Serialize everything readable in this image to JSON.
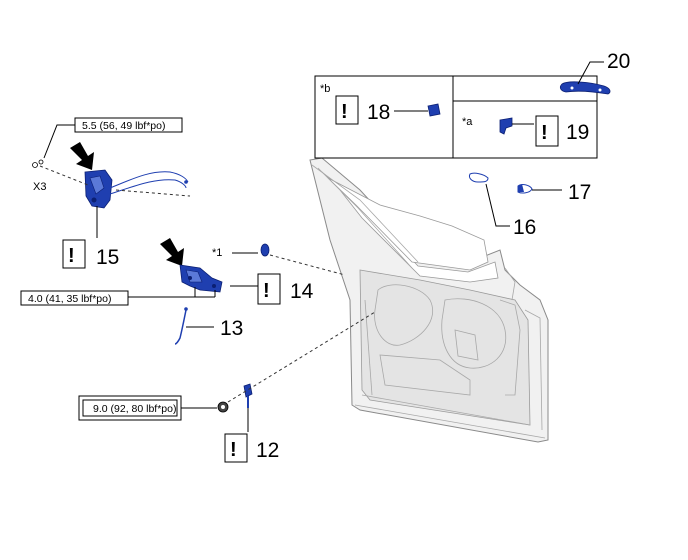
{
  "parts": {
    "p12": "12",
    "p13": "13",
    "p14": "14",
    "p15": "15",
    "p16": "16",
    "p17": "17",
    "p18": "18",
    "p19": "19",
    "p20": "20"
  },
  "notes": {
    "star_b": "*b",
    "star_a": "*a",
    "star_1": "*1",
    "x3": "X3",
    "caution": "!"
  },
  "torque": {
    "t15": "5.5 (56, 49 lbf*po)",
    "t14": "4.0 (41, 35 lbf*po)",
    "t12": "9.0 (92, 80 lbf*po)"
  },
  "colors": {
    "part_blue": "#1f3fb0",
    "door_gray": "#f1f1f1"
  }
}
